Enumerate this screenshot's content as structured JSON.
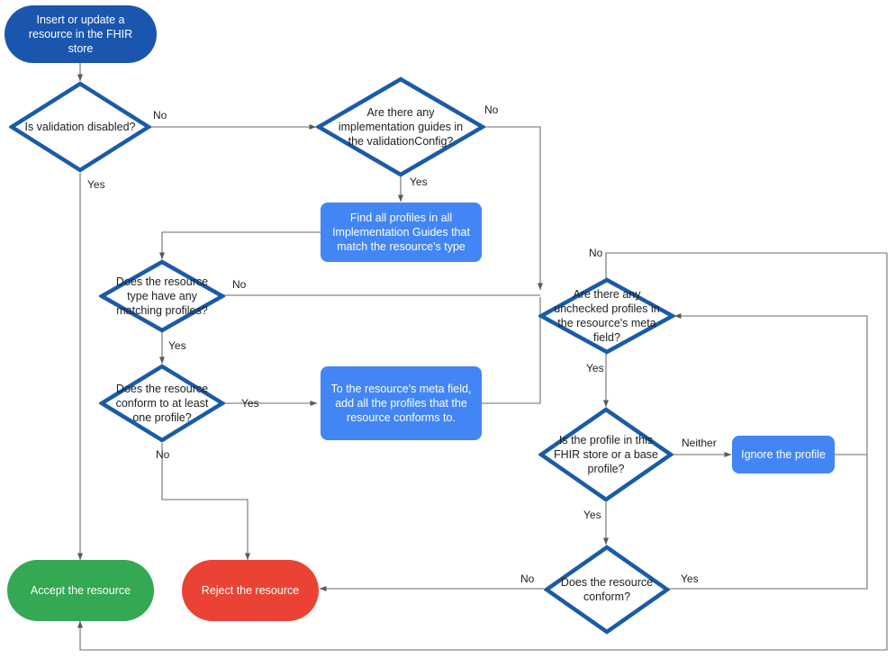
{
  "diagram": {
    "title": "FHIR store resource validation flow",
    "colors": {
      "start_fill": "#1a56ae",
      "process_fill": "#4285f4",
      "decision_stroke": "#1a5ba8",
      "decision_fill": "#ffffff",
      "accept_fill": "#34a853",
      "reject_fill": "#ea4335",
      "edge_stroke": "#868686",
      "edge_stroke_dark": "#595959",
      "node_text": "#ffffff",
      "decision_text": "#202124",
      "label_text": "#202124"
    },
    "nodes": [
      {
        "id": "start",
        "type": "terminator",
        "label": "Insert or update a resource in the FHIR store"
      },
      {
        "id": "validation_off",
        "type": "decision",
        "label": "Is validation disabled?"
      },
      {
        "id": "impl_guides",
        "type": "decision",
        "label": "Are there any implementation guides in the validationConfig?"
      },
      {
        "id": "find_profiles",
        "type": "process",
        "label": "Find all profiles in all Implementation Guides that match the resource's type"
      },
      {
        "id": "matching_profiles",
        "type": "decision",
        "label": "Does the resource type have any matching profiles?"
      },
      {
        "id": "conform_one",
        "type": "decision",
        "label": "Does the resource conform to at least one profile?"
      },
      {
        "id": "add_meta",
        "type": "process",
        "label": "To the resource's meta field, add all the profiles that the resource conforms to."
      },
      {
        "id": "unchecked",
        "type": "decision",
        "label": "Are there any unchecked profiles in the resource's meta field?"
      },
      {
        "id": "profile_location",
        "type": "decision",
        "label": "Is the profile in this FHIR store or a base profile?"
      },
      {
        "id": "ignore_profile",
        "type": "process",
        "label": "Ignore the profile"
      },
      {
        "id": "resource_conform",
        "type": "decision",
        "label": "Does the resource conform?"
      },
      {
        "id": "accept",
        "type": "terminator",
        "label": "Accept the resource"
      },
      {
        "id": "reject",
        "type": "terminator",
        "label": "Reject the resource"
      }
    ],
    "edge_labels": [
      {
        "id": "lbl_val_no",
        "text": "No"
      },
      {
        "id": "lbl_val_yes",
        "text": "Yes"
      },
      {
        "id": "lbl_ig_no",
        "text": "No"
      },
      {
        "id": "lbl_ig_yes",
        "text": "Yes"
      },
      {
        "id": "lbl_match_no",
        "text": "No"
      },
      {
        "id": "lbl_match_yes",
        "text": "Yes"
      },
      {
        "id": "lbl_conform1_yes",
        "text": "Yes"
      },
      {
        "id": "lbl_conform1_no",
        "text": "No"
      },
      {
        "id": "lbl_unchecked_no",
        "text": "No"
      },
      {
        "id": "lbl_unchecked_yes",
        "text": "Yes"
      },
      {
        "id": "lbl_loc_neither",
        "text": "Neither"
      },
      {
        "id": "lbl_loc_yes",
        "text": "Yes"
      },
      {
        "id": "lbl_conf_no",
        "text": "No"
      },
      {
        "id": "lbl_conf_yes",
        "text": "Yes"
      }
    ]
  }
}
